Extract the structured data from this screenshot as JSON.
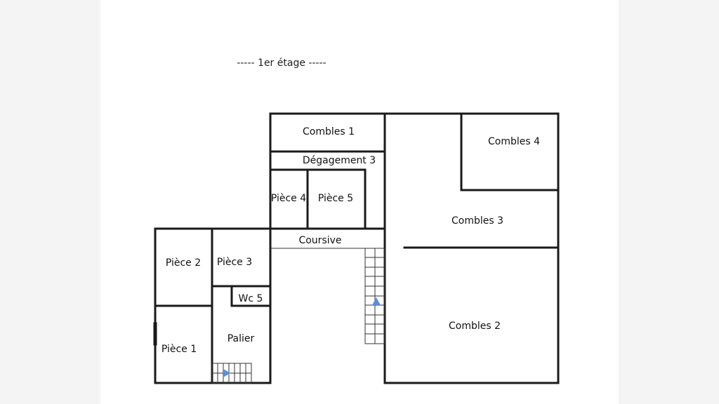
{
  "floor_title": "----- 1er étage -----",
  "colors": {
    "walls": "#1a1a1a",
    "stairs_arrow": "#5b8fd6",
    "background": "#ffffff"
  },
  "rooms": {
    "combles_1": "Combles 1",
    "degagement_3": "Dégagement 3",
    "piece_4": "Pièce 4",
    "piece_5": "Pièce 5",
    "coursive": "Coursive",
    "combles_4": "Combles 4",
    "combles_3": "Combles 3",
    "combles_2": "Combles 2",
    "piece_2": "Pièce 2",
    "piece_3": "Pièce 3",
    "wc_5": "Wc 5",
    "piece_1": "Pièce 1",
    "palier": "Palier"
  }
}
